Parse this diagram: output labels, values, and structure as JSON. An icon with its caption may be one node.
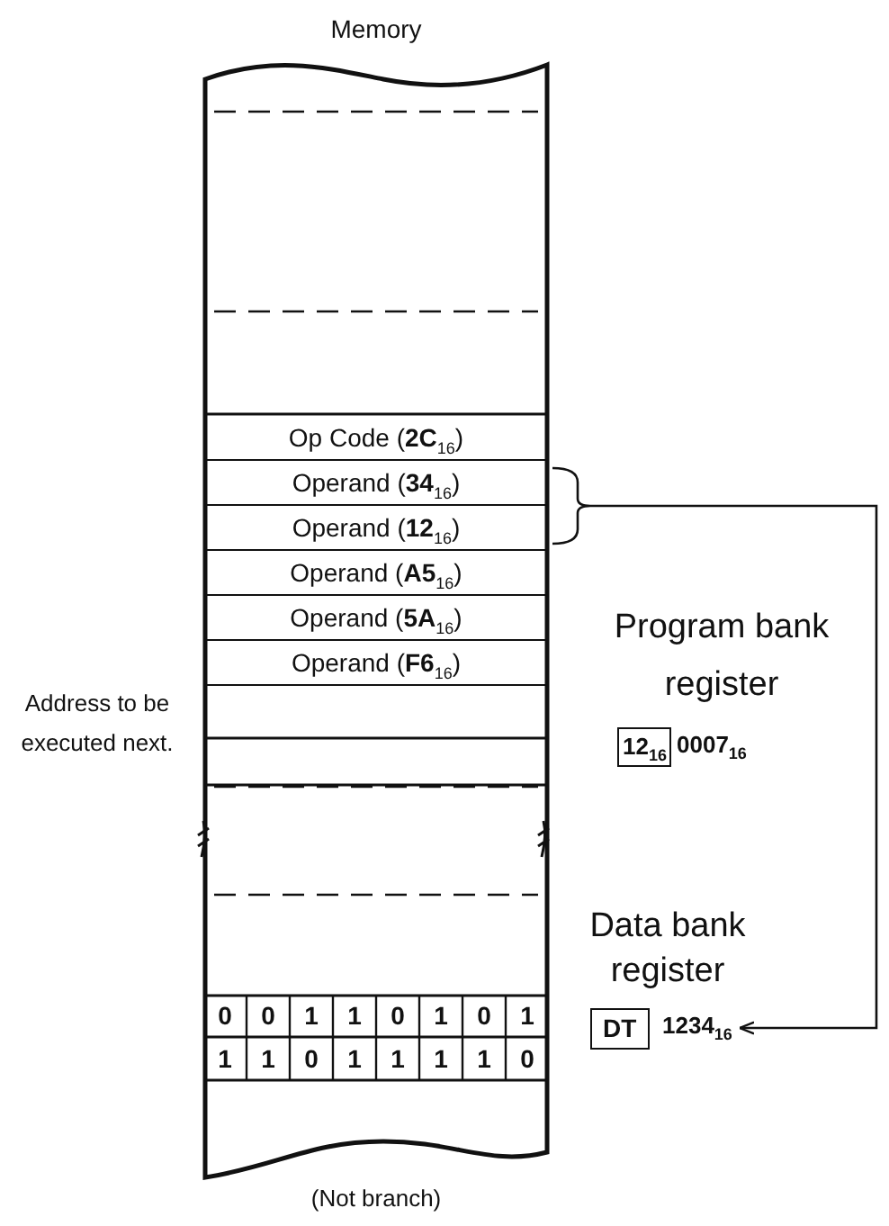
{
  "diagram": {
    "caption": "(Not branch)",
    "nodes": [
      {
        "text": [
          "Memory"
        ]
      },
      {
        "text": [
          "Op Code (**2C**$_{16}$)"
        ],
        "in": 0
      },
      {
        "text": [
          "Operand (**34**$_{16}$)"
        ],
        "in": 0
      },
      {
        "text": [
          "Operand (**12**$_{16}$)"
        ],
        "in": 0
      },
      {
        "text": [
          "Operand (**A5**$_{16}$)"
        ],
        "in": 0
      },
      {
        "text": [
          "Operand (**5A**$_{16}$)"
        ],
        "in": 0
      },
      {
        "text": [
          "Operand (**F6**$_{16}$)"
        ],
        "in": 0
      },
      {
        "text": [
          "12$_{16}$"
        ],
        "beside": [
          "0007$_{16}$"
        ]
      },
      {
        "text": [
          "DT"
        ]
      },
      {
        "text": [
          "1234$_{16}$"
        ]
      }
    ],
    "edges": [
      {
        "from": 2,
        "to": 9,
        "arrow": "to"
      },
      {
        "from": 3,
        "to": 9,
        "arrow": "to"
      }
    ],
    "labels": [
      "Address to be executed next.",
      "Program bank register",
      "Data bank register",
      "0",
      "0",
      "1",
      "1",
      "0",
      "1",
      "0",
      "1",
      "1",
      "1",
      "0",
      "1",
      "1",
      "1",
      "1",
      "0"
    ]
  }
}
